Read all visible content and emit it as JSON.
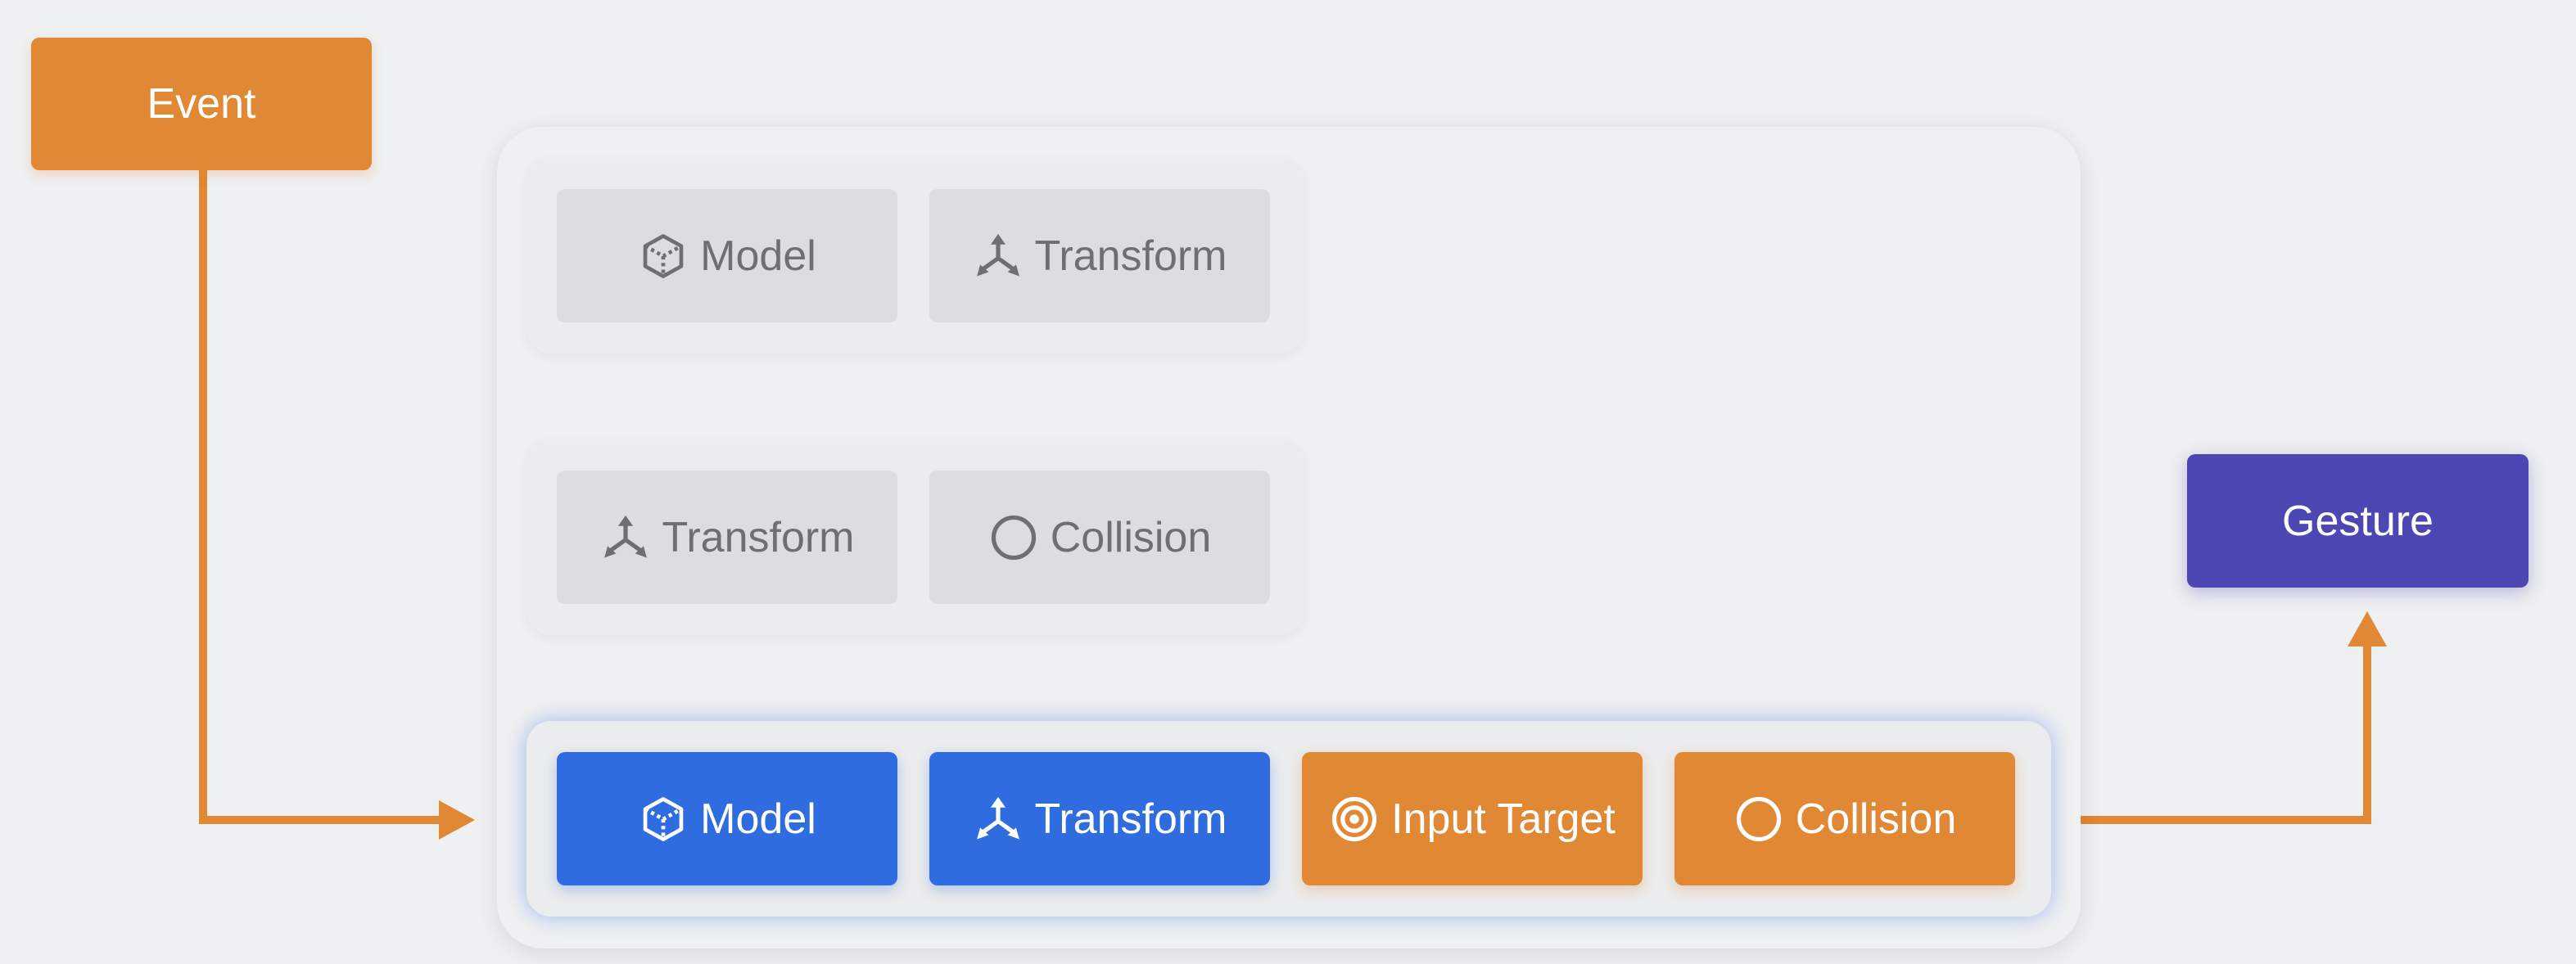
{
  "event": {
    "label": "Event"
  },
  "gesture": {
    "label": "Gesture"
  },
  "rows": [
    {
      "components": [
        {
          "label": "Model",
          "icon": "cube-icon"
        },
        {
          "label": "Transform",
          "icon": "axes-icon"
        }
      ]
    },
    {
      "components": [
        {
          "label": "Transform",
          "icon": "axes-icon"
        },
        {
          "label": "Collision",
          "icon": "circle-icon"
        }
      ]
    },
    {
      "components": [
        {
          "label": "Model",
          "icon": "cube-icon"
        },
        {
          "label": "Transform",
          "icon": "axes-icon"
        },
        {
          "label": "Input Target",
          "icon": "target-icon"
        },
        {
          "label": "Collision",
          "icon": "circle-icon"
        }
      ]
    }
  ],
  "colors": {
    "event": "#e08834",
    "gesture": "#4d47b3",
    "active": "#2e6ce0",
    "inactive": "#dcdddf",
    "arrow": "#e08834"
  }
}
